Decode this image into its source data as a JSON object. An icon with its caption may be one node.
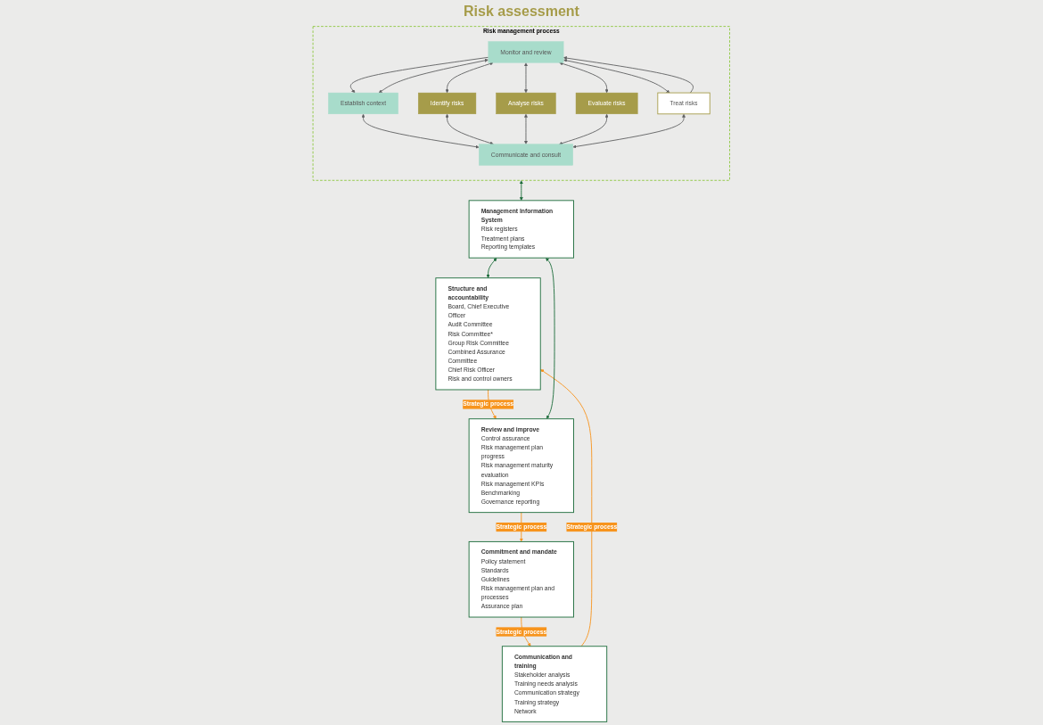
{
  "diagram": {
    "nodes": [
      {
        "text": [
          "Commitment and mandate",
          "Policy statement",
          "Standards",
          "Guidelines",
          "Risk management plan and processes",
          "Assurance plan"
        ]
      },
      {
        "text": [
          "Communication and training",
          "Stakeholder analysis",
          "Training needs analysis",
          "Communication strategy",
          "Training strategy",
          "Network"
        ]
      },
      {
        "text": [
          "Risk management process"
        ]
      },
      {
        "text": [
          "Monitor and review"
        ],
        "in": 2
      },
      {
        "text": [
          "Establish context"
        ],
        "in": 2
      },
      {
        "text": [
          "Identify risks"
        ],
        "in": 2
      },
      {
        "text": [
          "Analyse risks"
        ],
        "in": 2
      },
      {
        "text": [
          "Evaluate risks"
        ],
        "in": 2
      },
      {
        "text": [
          "Treat risks"
        ],
        "in": 2
      },
      {
        "text": [
          "Communicate and consult"
        ],
        "in": 2
      },
      {
        "text": [
          "Review and improve",
          "Control assurance",
          "Risk management plan progress",
          "Risk management maturity evaluation",
          "Risk management KPIs",
          "Benchmarking",
          "Governance reporting"
        ]
      },
      {
        "text": [
          "Management Information System",
          "Risk registers",
          "Treatment plans",
          "Reporting templates"
        ]
      },
      {
        "text": [
          "Structure and accountability",
          "Board, Chief Executive Officer",
          "Audit Committee",
          "Risk Committee*",
          "Group Risk Committee",
          "Combined Assurance Committee",
          "Chief Risk Officer",
          "Risk and control owners"
        ]
      }
    ],
    "edges": [
      {
        "from": 0,
        "to": 1,
        "arrow": "to",
        "label": "Strategic process",
        "color": "#f7941d"
      },
      {
        "from": 3,
        "to": 4,
        "arrow": "to"
      },
      {
        "from": 3,
        "to": 4,
        "arrow": "both"
      },
      {
        "from": 4,
        "to": 9,
        "arrow": "both"
      },
      {
        "from": 3,
        "to": 5,
        "arrow": "both"
      },
      {
        "from": 5,
        "to": 9,
        "arrow": "both"
      },
      {
        "from": 3,
        "to": 6,
        "arrow": "both"
      },
      {
        "from": 6,
        "to": 9,
        "arrow": "both"
      },
      {
        "from": 3,
        "to": 7,
        "arrow": "both"
      },
      {
        "from": 7,
        "to": 9,
        "arrow": "both"
      },
      {
        "from": 3,
        "to": 8,
        "arrow": "both"
      },
      {
        "from": 8,
        "to": 9,
        "arrow": "both"
      },
      {
        "from": 8,
        "to": 3,
        "arrow": "to"
      },
      {
        "from": 1,
        "to": 12,
        "arrow": "to",
        "label": "Strategic process",
        "color": "#f7941d"
      },
      {
        "from": 2,
        "to": 11,
        "arrow": "both",
        "color": "#1b6b3a"
      },
      {
        "from": 10,
        "to": 11,
        "arrow": "both",
        "color": "#1b6b3a"
      },
      {
        "from": 11,
        "to": 12,
        "arrow": "both",
        "color": "#1b6b3a"
      },
      {
        "from": 12,
        "to": 10,
        "arrow": "to",
        "label": "Strategic process",
        "color": "#f7941d"
      },
      {
        "from": 10,
        "to": 0,
        "arrow": "to",
        "label": "Strategic process",
        "color": "#f7941d"
      }
    ],
    "labels": [
      "Risk assessment"
    ]
  }
}
